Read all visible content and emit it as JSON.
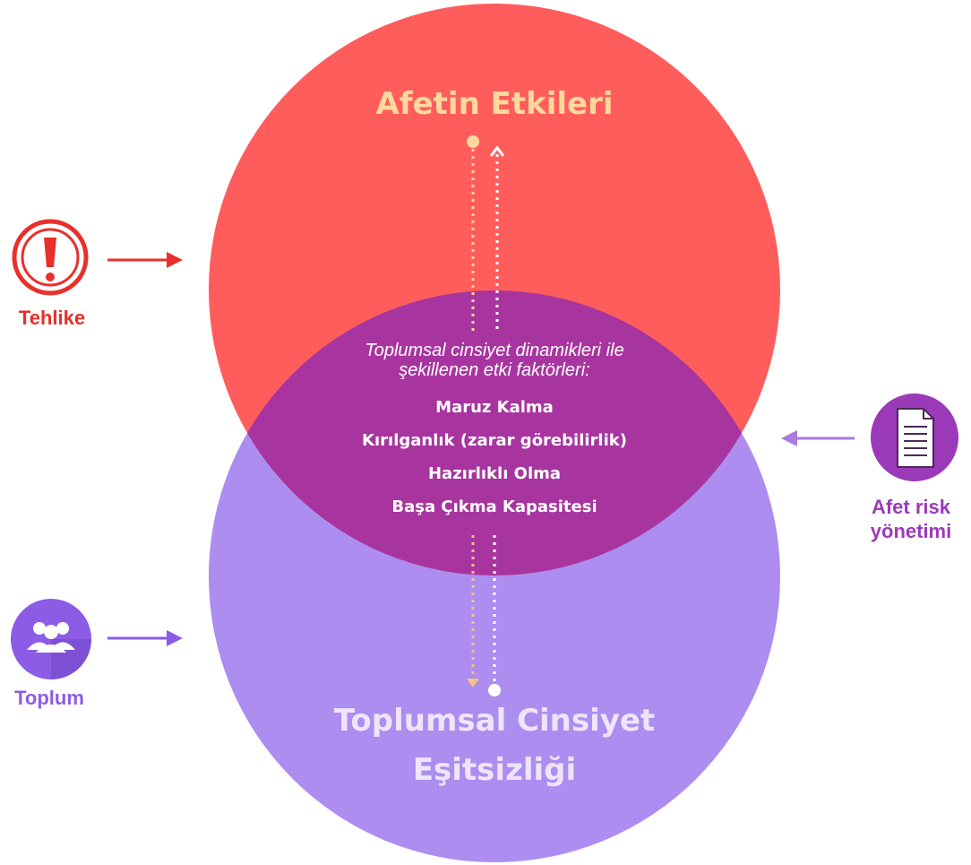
{
  "top_circle": {
    "title": "Afetin Etkileri",
    "color": "#fe5d5c",
    "title_color": "#fed89c"
  },
  "bottom_circle": {
    "title_line1": "Toplumsal Cinsiyet",
    "title_line2": "Eşitsizliği",
    "color": "#ad8df0",
    "title_color": "#efe4fb"
  },
  "overlap": {
    "color": "#a8359f",
    "intro_line1": "Toplumsal cinsiyet dinamikleri ile",
    "intro_line2": "şekillenen etki faktörleri:",
    "factors": [
      "Maruz Kalma",
      "Kırılganlık (zarar görebilirlik)",
      "Hazırlıklı Olma",
      "Başa Çıkma Kapasitesi"
    ]
  },
  "inputs": {
    "hazard": {
      "label": "Tehlike",
      "icon": "exclamation-warning-icon",
      "color": "#e8302b"
    },
    "society": {
      "label": "Toplum",
      "icon": "people-group-icon",
      "color": "#8c5ce6"
    },
    "drm": {
      "label_line1": "Afet risk",
      "label_line2": "yönetimi",
      "icon": "document-icon",
      "color": "#9b3ab8"
    }
  }
}
